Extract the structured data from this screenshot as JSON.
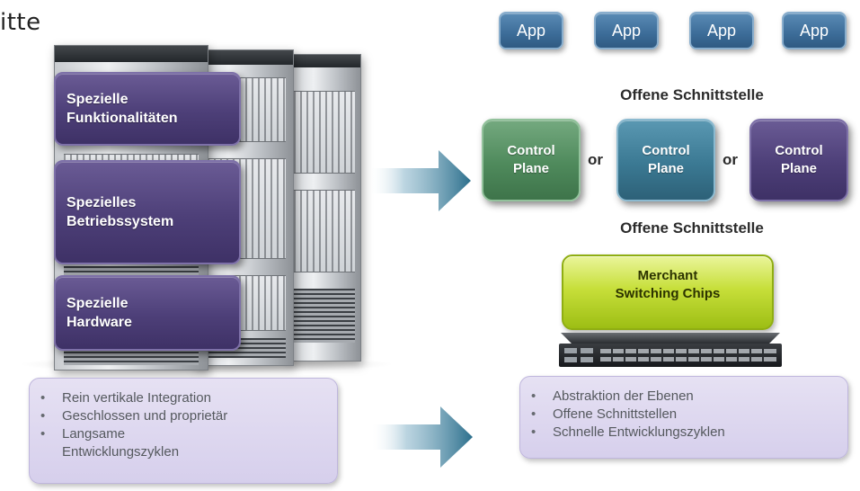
{
  "header": {
    "fragment": "itte"
  },
  "legacy": {
    "layers": [
      "Spezielle\nFunktionalitäten",
      "Spezielles\nBetriebssystem",
      "Spezielle\nHardware"
    ],
    "bullets": [
      "Rein vertikale Integration",
      "Geschlossen und proprietär",
      "Langsame\nEntwicklungszyklen"
    ]
  },
  "sdn": {
    "apps": [
      "App",
      "App",
      "App",
      "App"
    ],
    "interface_top": "Offene Schnittstelle",
    "control_planes": [
      "Control\nPlane",
      "Control\nPlane",
      "Control\nPlane"
    ],
    "or_labels": [
      "or",
      "or"
    ],
    "interface_bottom": "Offene Schnittstelle",
    "chips": "Merchant\nSwitching Chips",
    "bullets": [
      "Abstraktion der Ebenen",
      "Offene Schnittstellen",
      "Schnelle Entwicklungszyklen"
    ]
  },
  "colors": {
    "purple": "#4d3f78",
    "app_blue": "#3c6c98",
    "cp_green": "#4f8a5c",
    "cp_teal": "#3b7993",
    "chip_green": "#c7df3a",
    "lavender": "#ddd6ef",
    "arrow": "#2c6f8c"
  }
}
